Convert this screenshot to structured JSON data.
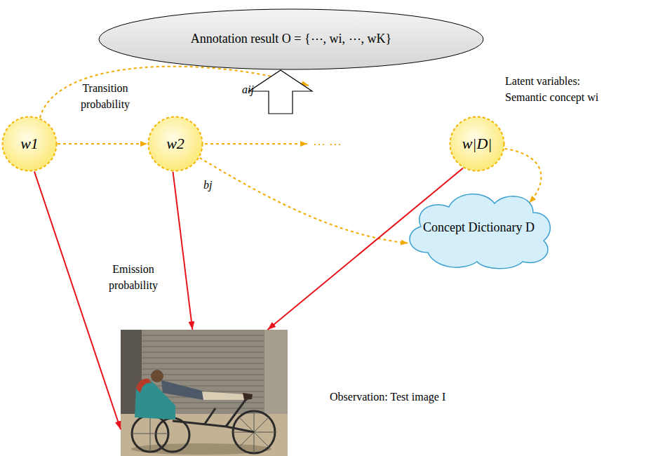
{
  "diagram": {
    "nodes": [
      {
        "text": [
          "Annotation result O = {⋯, wi, ⋯, wK}"
        ]
      },
      {
        "text": [
          "w1"
        ]
      },
      {
        "text": [
          "w2"
        ]
      },
      {
        "text": [
          "w|D|"
        ]
      },
      {
        "text": [
          "Concept Dictionary D"
        ]
      },
      {
        "text": [
          "Observation: Test image I"
        ]
      }
    ],
    "edges": [
      {
        "from": 1,
        "to": 2,
        "arrow": "to"
      },
      {
        "from": 2,
        "to": 4,
        "arrow": "to"
      },
      {
        "from": 3,
        "to": 4,
        "arrow": "to"
      },
      {
        "from": 1,
        "to": 5,
        "arrow": "to"
      },
      {
        "from": 2,
        "to": 5,
        "arrow": "to"
      },
      {
        "from": 3,
        "to": 5,
        "arrow": "to"
      }
    ],
    "labels": [
      "Transition probability",
      "aij",
      "⋯ ⋯",
      "Latent variables: Semantic concept wi",
      "Emission probability",
      "bj"
    ]
  }
}
